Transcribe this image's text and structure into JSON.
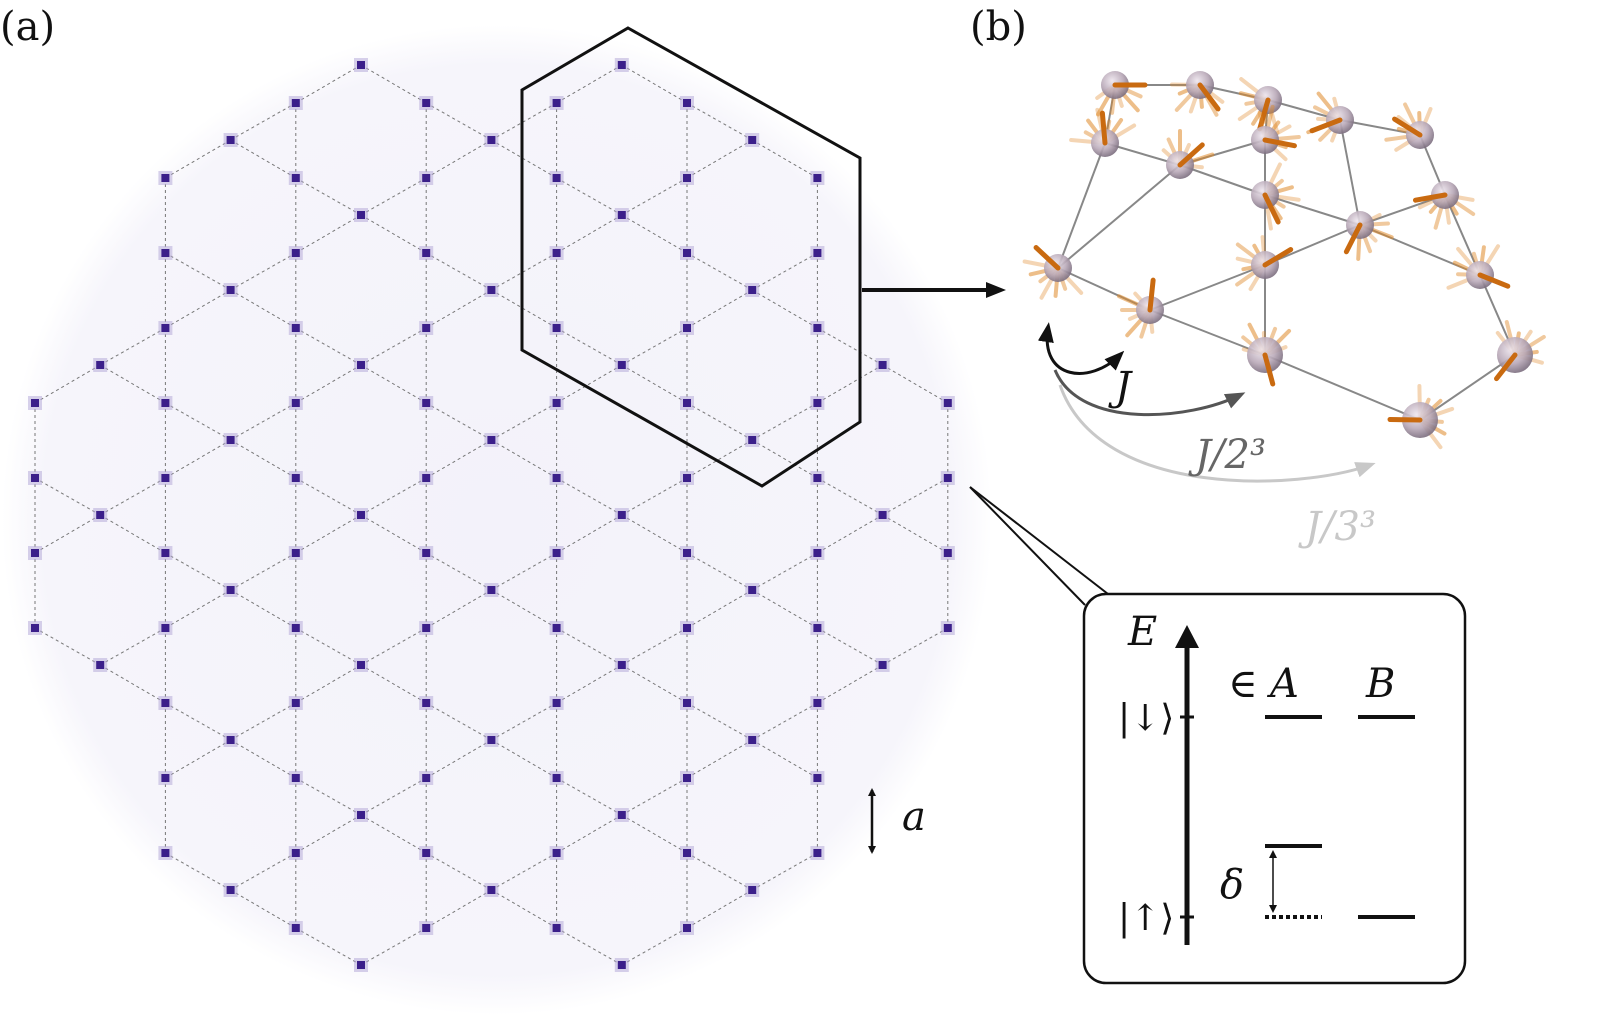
{
  "panel_a": {
    "label": "(a)",
    "lattice_spacing_label": "a",
    "site_color": "#3b1f8a",
    "bond_color": "#777777"
  },
  "panel_b": {
    "label": "(b)",
    "coupling_nn": "J",
    "coupling_nnn": "J/2³",
    "coupling_nnnn": "J/3³",
    "spin_color": "#e08a2a",
    "sphere_color": "#b9a9b8"
  },
  "inset": {
    "energy_label": "E",
    "state_down": "|↓⟩",
    "state_up": "|↑⟩",
    "element_of": "∈",
    "sublattice_a": "A",
    "sublattice_b": "B",
    "detuning": "δ"
  }
}
